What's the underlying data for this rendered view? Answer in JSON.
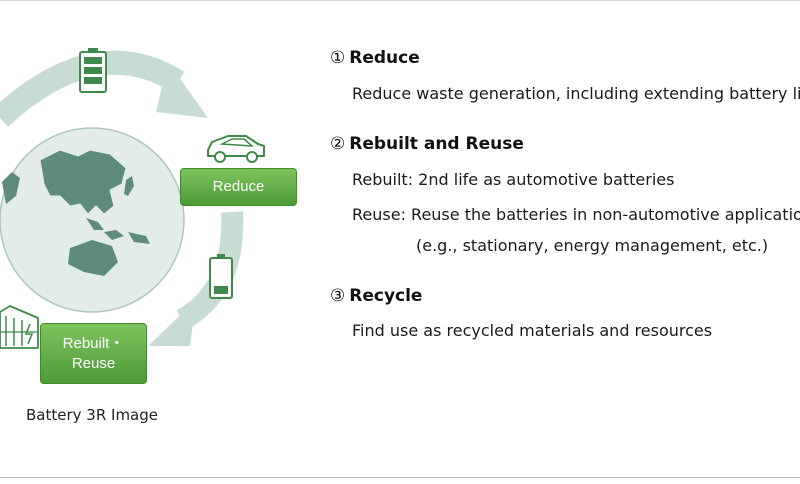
{
  "diagram": {
    "reduce_label": "Reduce",
    "rebuilt_label_1": "Rebuilt・",
    "rebuilt_label_2": "Reuse",
    "caption": "Battery 3R Image"
  },
  "items": [
    {
      "number": "①",
      "title": "Reduce",
      "lines": [
        "Reduce waste generation, including extending battery life"
      ]
    },
    {
      "number": "②",
      "title": "Rebuilt and Reuse",
      "lines": [
        "Rebuilt: 2nd life as automotive batteries",
        "Reuse: Reuse the batteries in non-automotive applications",
        "(e.g., stationary, energy management, etc.)"
      ]
    },
    {
      "number": "③",
      "title": "Recycle",
      "lines": [
        "Find use as recycled materials and resources"
      ]
    }
  ],
  "colors": {
    "arrow": "#c7ddd4",
    "globe": "#e3ede8",
    "globe_border": "#aec7bc",
    "continents": "#5f8b7e",
    "button_green": "#5aa63e",
    "icon_green": "#3f8a4a"
  }
}
